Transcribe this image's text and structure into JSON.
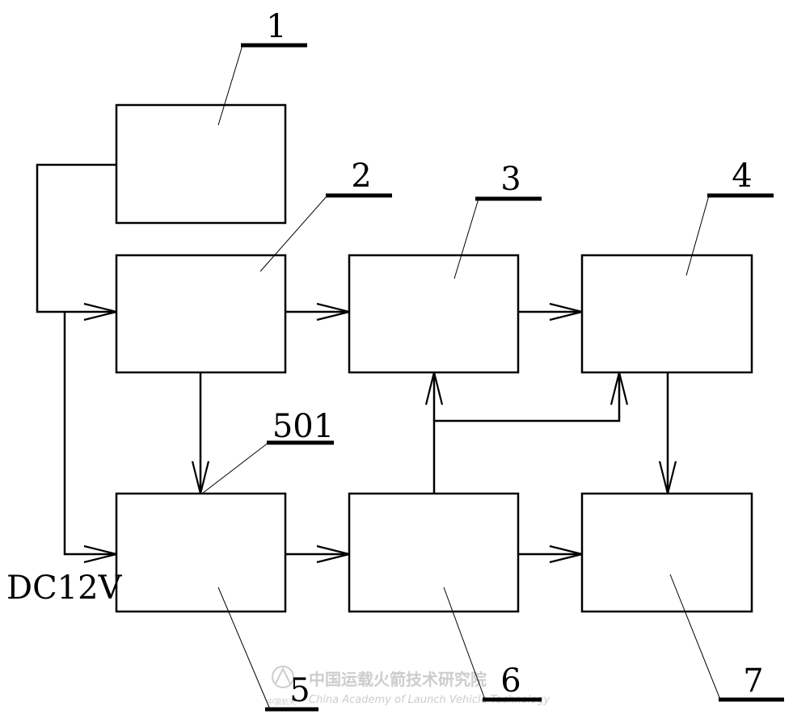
{
  "diagram": {
    "block_labels": {
      "b1": "1",
      "b2": "2",
      "b3": "3",
      "b4": "4",
      "b5": "5",
      "b6": "6",
      "b7": "7"
    },
    "input_point_label": "501",
    "power_label": "DC12V"
  },
  "watermark": {
    "cn": "中国运载火箭技术研究院",
    "en": "China Academy of Launch Vehicle Technology",
    "small": "中国航天"
  }
}
